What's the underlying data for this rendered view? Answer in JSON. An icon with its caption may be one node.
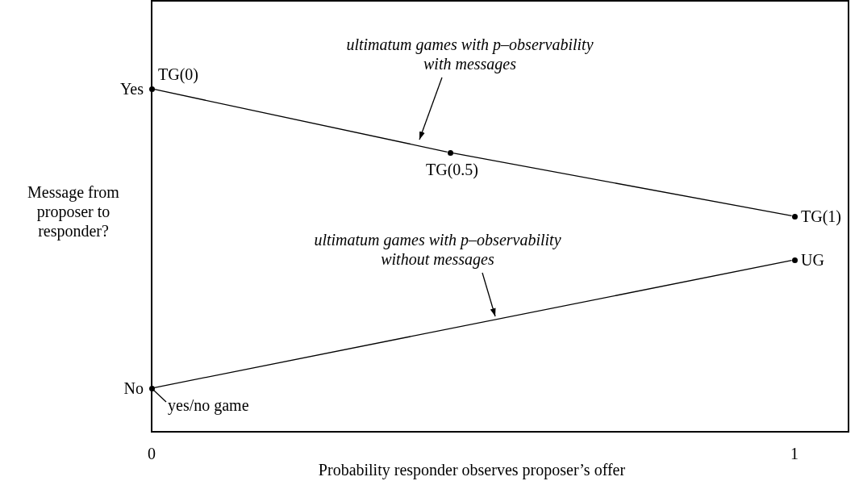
{
  "diagram": {
    "nodes": [
      {
        "text": [],
        "shape": "circle",
        "beside": [
          "TG(0)"
        ]
      },
      {
        "text": [],
        "shape": "circle",
        "beside": [
          "TG(0.5)"
        ]
      },
      {
        "text": [],
        "shape": "circle",
        "beside": [
          "TG(1)"
        ]
      },
      {
        "text": [],
        "shape": "circle",
        "beside": [
          "UG"
        ]
      },
      {
        "text": [],
        "shape": "circle"
      },
      {
        "text": [
          "ultimatum games with p–observability with messages"
        ]
      },
      {
        "text": [
          "ultimatum games with p–observability without messages"
        ]
      },
      {
        "text": [
          "yes/no game"
        ]
      }
    ],
    "edges": [
      {
        "from": 0,
        "to": 1,
        "arrow": "none"
      },
      {
        "from": 1,
        "to": 2,
        "arrow": "none"
      },
      {
        "from": 4,
        "to": 3,
        "arrow": "none"
      },
      {
        "from": 5,
        "to": null,
        "arrow": "to"
      },
      {
        "from": 6,
        "to": null,
        "arrow": "to"
      },
      {
        "from": 7,
        "to": 4,
        "arrow": "none"
      }
    ],
    "labels": [
      "Yes",
      "Message from proposer to responder?",
      "No",
      "0",
      "1",
      "Probability responder observes proposer’s offer"
    ]
  }
}
